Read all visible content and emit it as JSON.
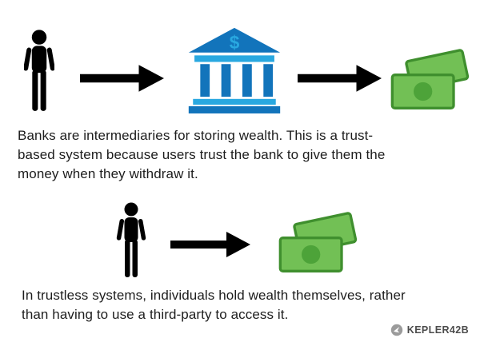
{
  "diagram": {
    "bank_flow": {
      "caption": "Banks are intermediaries for storing wealth. This is a trust-\nbased system because users trust the bank to give them the\nmoney when they withdraw it.",
      "bank_dollar_sign": "$",
      "icons": [
        "person-icon",
        "arrow-right-icon",
        "bank-icon",
        "arrow-right-icon",
        "money-icon"
      ]
    },
    "trustless_flow": {
      "caption": "In trustless systems, individuals hold wealth themselves, rather\nthan having to use a third-party to access it.",
      "icons": [
        "person-icon",
        "arrow-right-icon",
        "money-icon"
      ]
    }
  },
  "footer": {
    "brand": "KEPLER42B",
    "logo": "kepler-logo-icon"
  },
  "colors": {
    "icon_black": "#000000",
    "bank_dark_blue": "#1274bb",
    "bank_light_blue": "#29a8e0",
    "money_green": "#72c055",
    "money_dark_green": "#3f8f2e",
    "money_circle_green": "#4da339",
    "text": "#1d1d1d",
    "brand_gray": "#4c4c4c",
    "logo_gray": "#9b9b9b"
  }
}
